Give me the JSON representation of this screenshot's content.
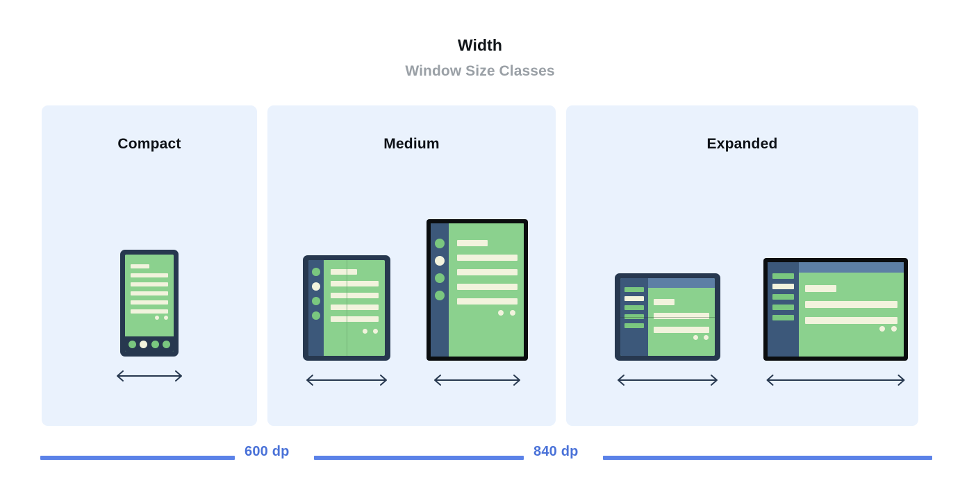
{
  "header": {
    "title": "Width",
    "subtitle": "Window Size Classes"
  },
  "panels": [
    {
      "id": "compact",
      "label": "Compact",
      "devices": [
        {
          "name": "phone",
          "orientation": "portrait",
          "frame_color": "#27384f",
          "screen_color": "#8bd18e",
          "nav": "bottom-bar",
          "nav_items": 4,
          "nav_active_index": 1,
          "content_lines": 6,
          "content_dots": 2,
          "resize_arrow": true
        }
      ]
    },
    {
      "id": "medium",
      "label": "Medium",
      "devices": [
        {
          "name": "foldable-portrait",
          "orientation": "portrait",
          "frame_color": "#27384f",
          "screen_color": "#8bd18e",
          "nav": "rail",
          "nav_items": 4,
          "nav_active_index": 1,
          "content_lines": 5,
          "content_dots": 2,
          "fold": "vertical",
          "resize_arrow": true
        },
        {
          "name": "tablet-portrait",
          "orientation": "portrait",
          "frame_color": "#0b0d0f",
          "screen_color": "#8bd18e",
          "nav": "rail",
          "nav_items": 4,
          "nav_active_index": 1,
          "content_lines": 5,
          "content_dots": 2,
          "resize_arrow": true
        }
      ]
    },
    {
      "id": "expanded",
      "label": "Expanded",
      "devices": [
        {
          "name": "foldable-landscape",
          "orientation": "landscape",
          "frame_color": "#27384f",
          "screen_color": "#8bd18e",
          "nav": "drawer",
          "nav_items": 5,
          "nav_active_index": 1,
          "app_bar": true,
          "app_bar_color": "#5d7fa5",
          "content_lines": 3,
          "content_dots": 2,
          "fold": "horizontal",
          "resize_arrow": true
        },
        {
          "name": "tablet-landscape",
          "orientation": "landscape",
          "frame_color": "#0b0d0f",
          "screen_color": "#8bd18e",
          "nav": "drawer",
          "nav_items": 5,
          "nav_active_index": 1,
          "app_bar": true,
          "app_bar_color": "#5d7fa5",
          "content_lines": 3,
          "content_dots": 2,
          "resize_arrow": true
        }
      ]
    }
  ],
  "scale": {
    "color": "#4a72d8",
    "line_color": "#5b82e8",
    "breakpoints": [
      {
        "label": "600 dp",
        "value": 600
      },
      {
        "label": "840 dp",
        "value": 840
      }
    ]
  },
  "colors": {
    "panel_background": "#eaf2fd",
    "page_background": "#ffffff",
    "title": "#101418",
    "subtitle": "#9aa0a6",
    "device_navy": "#27384f",
    "device_black": "#0b0d0f",
    "screen_green": "#8bd18e",
    "accent_green": "#7ac77f",
    "cream": "#f2f3dd",
    "nav_blue": "#3c587a",
    "appbar_blue": "#5d7fa5",
    "scale_blue": "#4a72d8"
  }
}
